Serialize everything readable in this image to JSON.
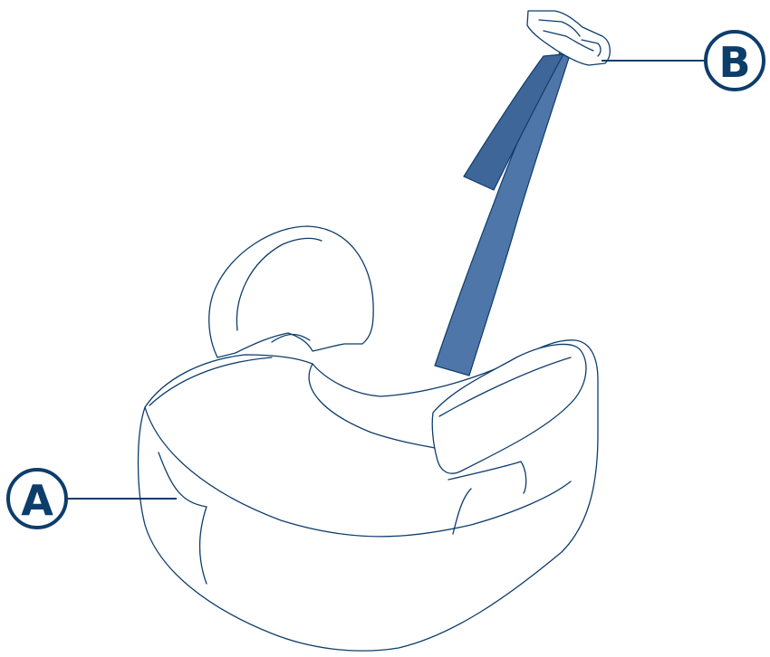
{
  "callouts": [
    {
      "id": "A",
      "label": "A",
      "part": "booster-seat-base"
    },
    {
      "id": "B",
      "label": "B",
      "part": "belt-positioning-clip"
    }
  ],
  "colors": {
    "outline": "#0d3d6b",
    "strap": "#4f76a8",
    "background": "#ffffff"
  }
}
